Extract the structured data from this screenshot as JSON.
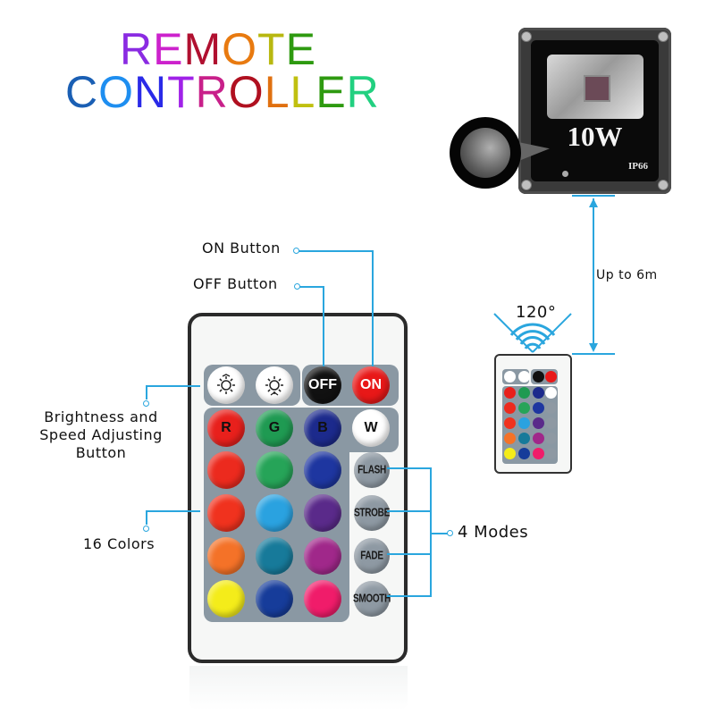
{
  "title": {
    "line1": [
      "R",
      "E",
      "M",
      "O",
      "T",
      "E"
    ],
    "line1_colors": [
      "#8a2be2",
      "#cc22cc",
      "#b01030",
      "#e87a10",
      "#b8b810",
      "#2e9a10"
    ],
    "line2": [
      "C",
      "O",
      "N",
      "T",
      "R",
      "O",
      "L",
      "L",
      "E",
      "R"
    ],
    "line2_colors": [
      "#1a5fb4",
      "#1e8ef0",
      "#2a2ae8",
      "#a022e8",
      "#c8208a",
      "#b01020",
      "#e07010",
      "#c0c010",
      "#2e9a10",
      "#22d080"
    ]
  },
  "floodlight": {
    "wattage": "10W",
    "rating": "IP66"
  },
  "range": {
    "distance_label": "Up to 6m",
    "angle_label": "120°"
  },
  "callouts": {
    "on_button": "ON Button",
    "off_button": "OFF Button",
    "brightness": [
      "Brightness and",
      "Speed Adjusting",
      "Button"
    ],
    "colors": "16 Colors",
    "modes": "4 Modes"
  },
  "remote": {
    "top_row": [
      {
        "name": "brightness-up-button",
        "label": "",
        "icon": "sun-up",
        "color": "#ffffff"
      },
      {
        "name": "brightness-down-button",
        "label": "",
        "icon": "sun-down",
        "color": "#ffffff"
      },
      {
        "name": "off-button",
        "label": "OFF",
        "color": "#111111",
        "text_color": "#ffffff"
      },
      {
        "name": "on-button",
        "label": "ON",
        "color": "#e81818",
        "text_color": "#ffffff"
      }
    ],
    "rgbw_row": [
      {
        "name": "red-button",
        "label": "R",
        "color": "#e8201c"
      },
      {
        "name": "green-button",
        "label": "G",
        "color": "#1f9a52"
      },
      {
        "name": "blue-button",
        "label": "B",
        "color": "#1c2a8c"
      },
      {
        "name": "white-button",
        "label": "W",
        "color": "#ffffff"
      }
    ],
    "color_grid": [
      [
        "#ec2a1e",
        "#26a458",
        "#1e36a0"
      ],
      [
        "#f0321e",
        "#2aa2e0",
        "#5a2a8a"
      ],
      [
        "#f47228",
        "#177a9a",
        "#a0288a"
      ],
      [
        "#f4ec1a",
        "#163c9a",
        "#f01c6a"
      ]
    ],
    "modes": [
      "FLASH",
      "STROBE",
      "FADE",
      "SMOOTH"
    ],
    "mode_color": "#8e99a3"
  },
  "accent_color": "#2aa6de"
}
